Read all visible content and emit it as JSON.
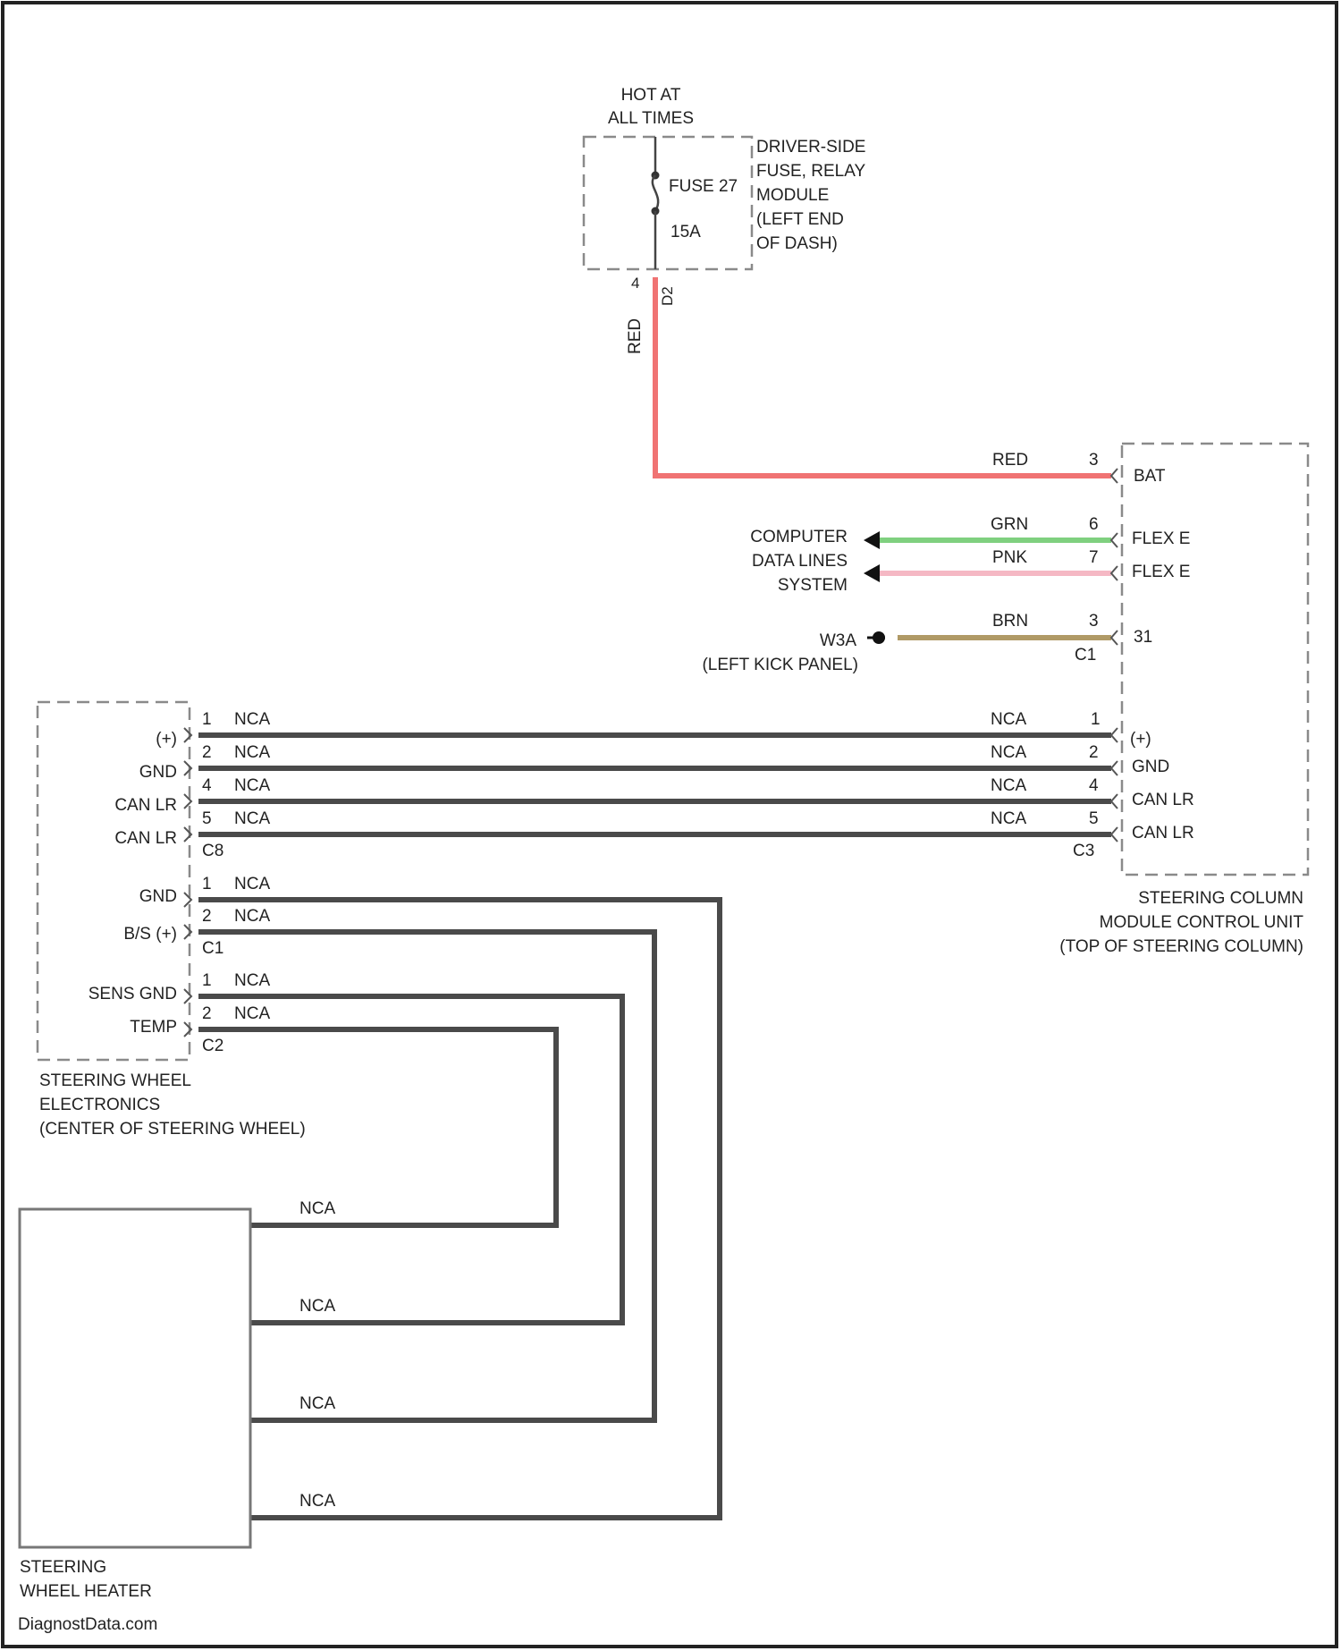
{
  "colors": {
    "red": "#f07373",
    "green": "#7fd07f",
    "pink": "#f5b8c4",
    "brown": "#b09a66",
    "nca": "#4a4a4a",
    "border": "#222222"
  },
  "fuse_block": {
    "hot_line1": "HOT AT",
    "hot_line2": "ALL TIMES",
    "fuse_label": "FUSE 27",
    "fuse_rating": "15A",
    "module_lines": [
      "DRIVER-SIDE",
      "FUSE, RELAY",
      "MODULE",
      "(LEFT END",
      "OF DASH)"
    ],
    "connector_pin": "4",
    "connector_id": "D2",
    "wire_color_vertical": "RED"
  },
  "scm": {
    "name_lines": [
      "STEERING COLUMN",
      "MODULE CONTROL UNIT",
      "(TOP OF STEERING COLUMN)"
    ],
    "pins": [
      {
        "num": "3",
        "wire": "RED",
        "label": "BAT"
      },
      {
        "num": "6",
        "wire": "GRN",
        "label": "FLEX E"
      },
      {
        "num": "7",
        "wire": "PNK",
        "label": "FLEX E"
      },
      {
        "num": "3",
        "wire": "BRN",
        "label": "31"
      },
      {
        "num": "1",
        "wire": "NCA",
        "label": "(+)"
      },
      {
        "num": "2",
        "wire": "NCA",
        "label": "GND"
      },
      {
        "num": "4",
        "wire": "NCA",
        "label": "CAN LR"
      },
      {
        "num": "5",
        "wire": "NCA",
        "label": "CAN LR"
      }
    ],
    "conn_c1": "C1",
    "conn_c3": "C3"
  },
  "computer_data": {
    "lines": [
      "COMPUTER",
      "DATA LINES",
      "SYSTEM"
    ]
  },
  "ground": {
    "label": "W3A",
    "location": "(LEFT KICK PANEL)"
  },
  "swe": {
    "name_lines": [
      "STEERING WHEEL",
      "ELECTRONICS",
      "(CENTER OF STEERING WHEEL)"
    ],
    "c8_pins": [
      {
        "num": "1",
        "wire": "NCA",
        "label": "(+)"
      },
      {
        "num": "2",
        "wire": "NCA",
        "label": "GND"
      },
      {
        "num": "4",
        "wire": "NCA",
        "label": "CAN LR"
      },
      {
        "num": "5",
        "wire": "NCA",
        "label": "CAN LR"
      }
    ],
    "conn_c8": "C8",
    "c1_pins": [
      {
        "num": "1",
        "wire": "NCA",
        "label": "GND"
      },
      {
        "num": "2",
        "wire": "NCA",
        "label": "B/S (+)"
      }
    ],
    "conn_c1": "C1",
    "c2_pins": [
      {
        "num": "1",
        "wire": "NCA",
        "label": "SENS GND"
      },
      {
        "num": "2",
        "wire": "NCA",
        "label": "TEMP"
      }
    ],
    "conn_c2": "C2"
  },
  "heater": {
    "name_lines": [
      "STEERING",
      "WHEEL HEATER"
    ],
    "wires": [
      "NCA",
      "NCA",
      "NCA",
      "NCA"
    ]
  },
  "watermark": "DiagnostData.com"
}
